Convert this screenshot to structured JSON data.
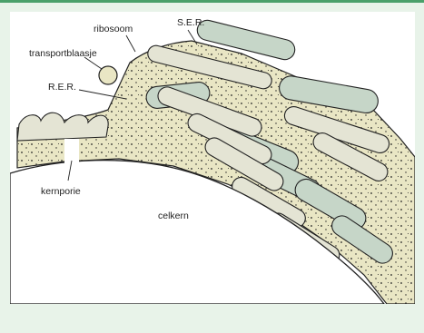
{
  "labels": {
    "ribosoom": "ribosoom",
    "ser": "S.E.R.",
    "transportblaasje": "transportblaasje",
    "rer": "R.E.R.",
    "kernporie": "kernporie",
    "celkern": "celkern"
  },
  "colors": {
    "background": "#e8f3e9",
    "accent_bar": "#4aa06a",
    "cytoplasm": "#e9e6c4",
    "cisterna_fill": "#e4e4d4",
    "ser_tube": "#c6d6c8",
    "nucleus": "#ffffff",
    "outline": "#222222"
  }
}
